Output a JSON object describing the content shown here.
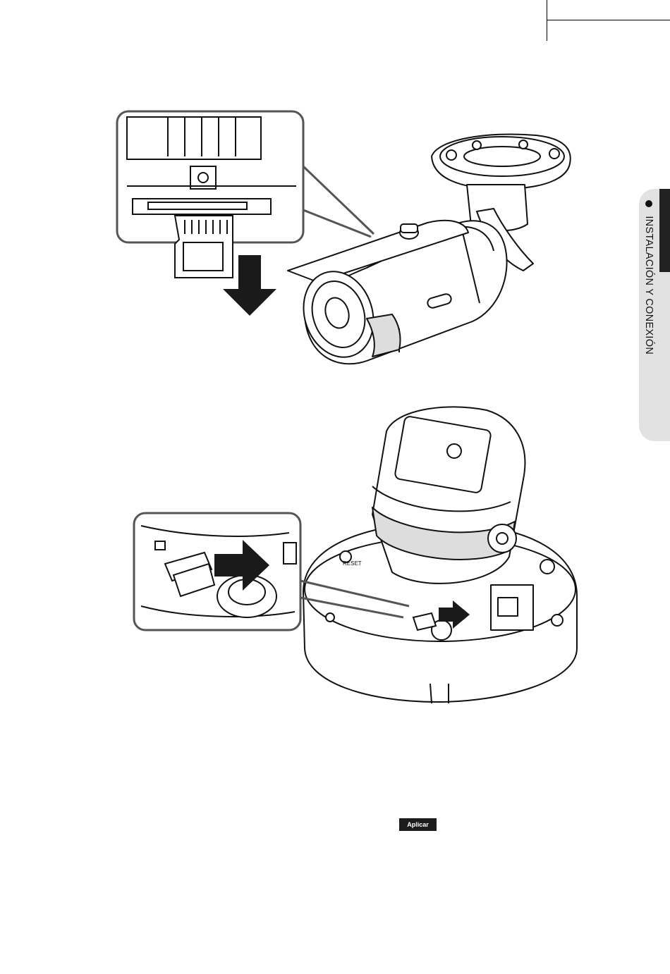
{
  "side_tab": {
    "section_title": "INSTALACIÓN Y CONEXIÓN"
  },
  "dome_camera": {
    "reset_label": "RESET"
  },
  "apply_button": {
    "label": "Aplicar"
  }
}
